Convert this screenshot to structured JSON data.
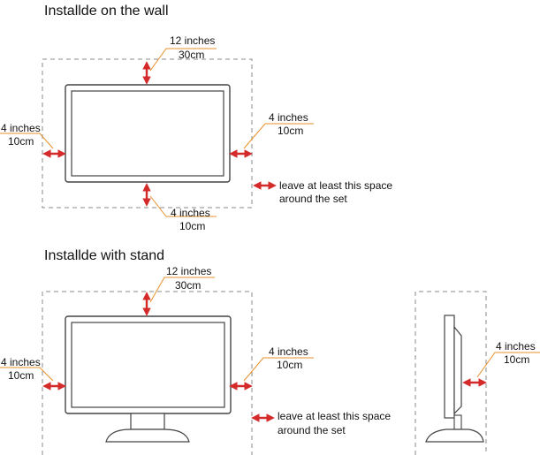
{
  "wall": {
    "title": "Installde on the wall",
    "top": {
      "inches": "12 inches",
      "cm": "30cm"
    },
    "left": {
      "inches": "4 inches",
      "cm": "10cm"
    },
    "right": {
      "inches": "4 inches",
      "cm": "10cm"
    },
    "bottom": {
      "inches": "4 inches",
      "cm": "10cm"
    },
    "legend": {
      "line1": "leave at least this space",
      "line2": "around the set"
    }
  },
  "stand": {
    "title": "Installde with stand",
    "top": {
      "inches": "12 inches",
      "cm": "30cm"
    },
    "left": {
      "inches": "4 inches",
      "cm": "10cm"
    },
    "right": {
      "inches": "4 inches",
      "cm": "10cm"
    },
    "side": {
      "inches": "4 inches",
      "cm": "10cm"
    },
    "legend": {
      "line1": "leave at least this space",
      "line2": "around the set"
    }
  },
  "colors": {
    "arrow": "#d42a2a",
    "leader": "#e8902a",
    "outline": "#444444",
    "dashed": "#888888",
    "panel": "#ffffff"
  }
}
